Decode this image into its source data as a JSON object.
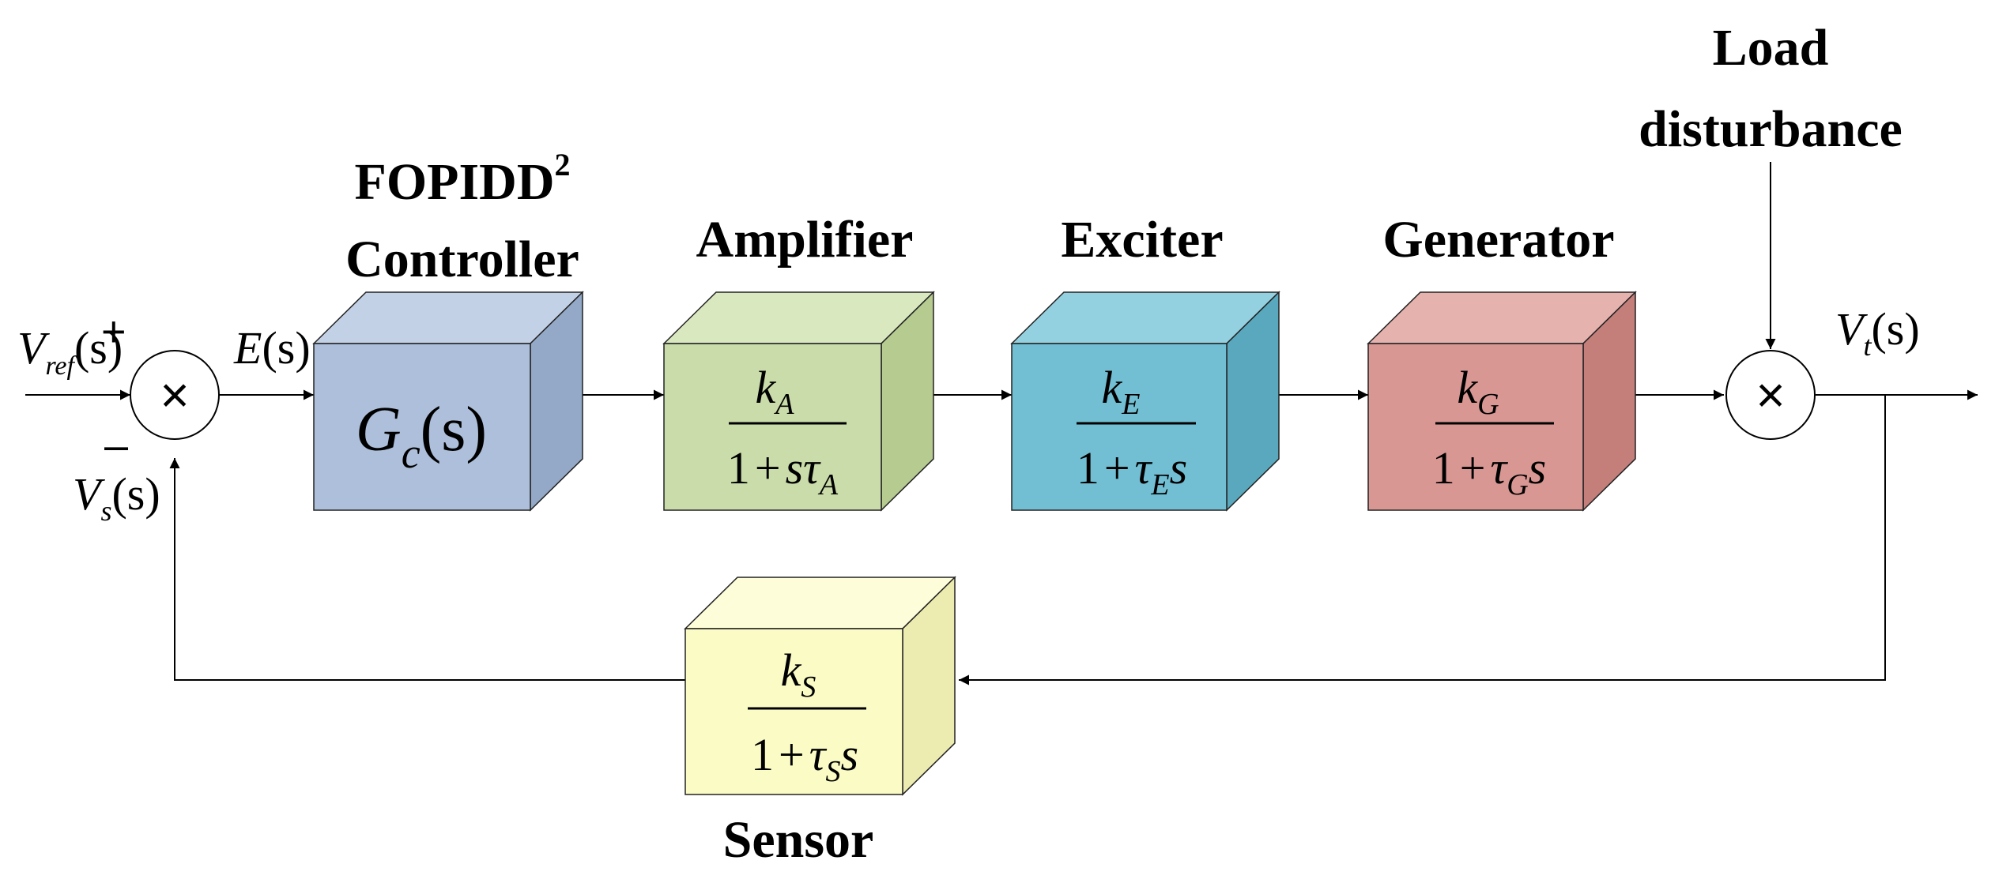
{
  "blocks": {
    "controller": {
      "title_line1": "FOPIDD",
      "title_sup": "2",
      "title_line2": "Controller",
      "tf_symbol": "G",
      "tf_sub": "c",
      "tf_arg": "(s)",
      "colors": {
        "front": "#adbfda",
        "top": "#c3d1e6",
        "side": "#94a9c8"
      }
    },
    "amplifier": {
      "title": "Amplifier",
      "num_symbol": "k",
      "num_sub": "A",
      "den_one": "1",
      "den_plus": "+",
      "den_s": "s",
      "den_tau": "τ",
      "den_sub": "A",
      "colors": {
        "front": "#cadca9",
        "top": "#dae8c0",
        "side": "#b6cb90"
      }
    },
    "exciter": {
      "title": "Exciter",
      "num_symbol": "k",
      "num_sub": "E",
      "den_one": "1",
      "den_plus": "+",
      "den_tau": "τ",
      "den_sub": "E",
      "den_s": "s",
      "colors": {
        "front": "#72bfd3",
        "top": "#93d1e1",
        "side": "#59a8bd"
      }
    },
    "generator": {
      "title": "Generator",
      "num_symbol": "k",
      "num_sub": "G",
      "den_one": "1",
      "den_plus": "+",
      "den_tau": "τ",
      "den_sub": "G",
      "den_s": "s",
      "colors": {
        "front": "#d99793",
        "top": "#e6b2ae",
        "side": "#c47f7b"
      }
    },
    "sensor": {
      "title": "Sensor",
      "num_symbol": "k",
      "num_sub": "S",
      "den_one": "1",
      "den_plus": "+",
      "den_tau": "τ",
      "den_sub": "S",
      "den_s": "s",
      "colors": {
        "front": "#fbfbc6",
        "top": "#fdfdd9",
        "side": "#ececb0"
      }
    }
  },
  "signals": {
    "vref_symbol": "V",
    "vref_sub": "ref",
    "vref_arg": "(s)",
    "plus_sign": "+",
    "minus_sign": "–",
    "error_symbol": "E",
    "error_arg": "(s)",
    "vs_symbol": "V",
    "vs_sub": "s",
    "vs_arg": "(s)",
    "vt_symbol": "V",
    "vt_sub": "t",
    "vt_arg": "(s)"
  },
  "disturbance": {
    "line1": "Load",
    "line2": "disturbance"
  },
  "junction_glyph": "×"
}
